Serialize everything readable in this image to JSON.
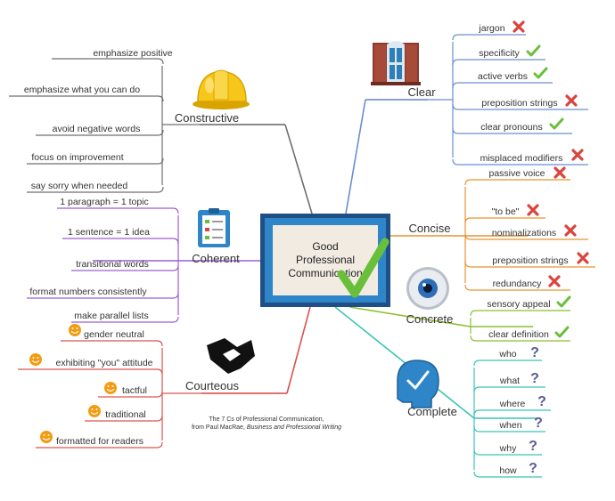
{
  "center": {
    "lines": [
      "Good",
      "Professional",
      "Communication"
    ]
  },
  "caption": {
    "line1": "The 7 Cs of Professional Communication,",
    "line2_prefix": "from Paul MacRae, ",
    "line2_italic": "Business and Professional Writing"
  },
  "colors": {
    "constructive": "#6f6f6f",
    "coherent": "#9b5fcf",
    "courteous": "#d9534f",
    "clear": "#6b8ecf",
    "concise": "#e8932f",
    "concrete": "#8cbf2f",
    "complete": "#3cc4b4",
    "check": "#6abf3a",
    "cross": "#d9453d",
    "question": "#5a5a9a",
    "smiley": "#f39c12"
  },
  "branches": {
    "constructive": {
      "label": "Constructive",
      "icon": "hard-hat-icon",
      "items": [
        {
          "text": "emphasize positive"
        },
        {
          "text": "emphasize what you can do"
        },
        {
          "text": "avoid negative words"
        },
        {
          "text": "focus on improvement"
        },
        {
          "text": "say sorry when needed"
        }
      ]
    },
    "coherent": {
      "label": "Coherent",
      "icon": "checklist-clipboard-icon",
      "items": [
        {
          "text": "1 paragraph = 1 topic"
        },
        {
          "text": "1 sentence = 1 idea"
        },
        {
          "text": "transitional words"
        },
        {
          "text": "format numbers consistently"
        },
        {
          "text": "make parallel lists"
        }
      ]
    },
    "courteous": {
      "label": "Courteous",
      "icon": "handshake-icon",
      "items": [
        {
          "text": "gender neutral",
          "mark": "smiley"
        },
        {
          "text": "exhibiting \"you\" attitude",
          "mark": "smiley"
        },
        {
          "text": "tactful",
          "mark": "smiley"
        },
        {
          "text": "traditional",
          "mark": "smiley"
        },
        {
          "text": "formatted for readers",
          "mark": "smiley"
        }
      ]
    },
    "clear": {
      "label": "Clear",
      "icon": "window-icon",
      "items": [
        {
          "text": "jargon",
          "mark": "cross"
        },
        {
          "text": "specificity",
          "mark": "check"
        },
        {
          "text": "active verbs",
          "mark": "check"
        },
        {
          "text": "preposition strings",
          "mark": "cross"
        },
        {
          "text": "clear pronouns",
          "mark": "check"
        },
        {
          "text": "misplaced modifiers",
          "mark": "cross"
        }
      ]
    },
    "concise": {
      "label": "Concise",
      "items": [
        {
          "text": "passive voice",
          "mark": "cross"
        },
        {
          "text": "\"to be\"",
          "mark": "cross"
        },
        {
          "text": "nominalizations",
          "mark": "cross"
        },
        {
          "text": "preposition strings",
          "mark": "cross"
        },
        {
          "text": "redundancy",
          "mark": "cross"
        }
      ]
    },
    "concrete": {
      "label": "Concrete",
      "icon": "eye-icon",
      "items": [
        {
          "text": "sensory appeal",
          "mark": "check"
        },
        {
          "text": "clear definition",
          "mark": "check"
        }
      ]
    },
    "complete": {
      "label": "Complete",
      "icon": "head-check-icon",
      "items": [
        {
          "text": "who",
          "mark": "question"
        },
        {
          "text": "what",
          "mark": "question"
        },
        {
          "text": "where",
          "mark": "question"
        },
        {
          "text": "when",
          "mark": "question"
        },
        {
          "text": "why",
          "mark": "question"
        },
        {
          "text": "how",
          "mark": "question"
        }
      ]
    }
  }
}
